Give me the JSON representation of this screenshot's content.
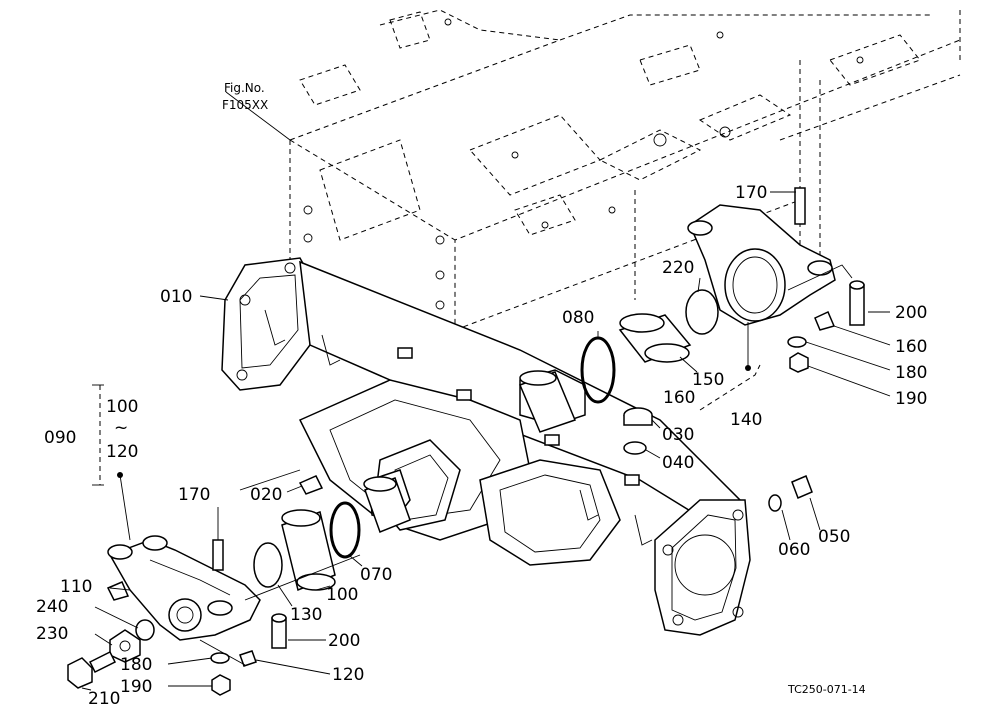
{
  "figure": {
    "ref_line1": "Fig.No.",
    "ref_line2": "F105XX",
    "drawing_code": "TC250-071-14"
  },
  "callouts": {
    "c010": "010",
    "c020": "020",
    "c030": "030",
    "c040": "040",
    "c050": "050",
    "c060": "060",
    "c070": "070",
    "c080": "080",
    "c090": "090",
    "c100_group": "100",
    "c100": "100",
    "c110": "110",
    "c120_group": "120",
    "c120": "120",
    "tilde": "~",
    "c130": "130",
    "c140": "140",
    "c150": "150",
    "c160_a": "160",
    "c160_b": "160",
    "c170_a": "170",
    "c170_b": "170",
    "c180_a": "180",
    "c180_b": "180",
    "c190_a": "190",
    "c190_b": "190",
    "c200_a": "200",
    "c200_b": "200",
    "c210": "210",
    "c220": "220",
    "c230": "230",
    "c240": "240"
  }
}
